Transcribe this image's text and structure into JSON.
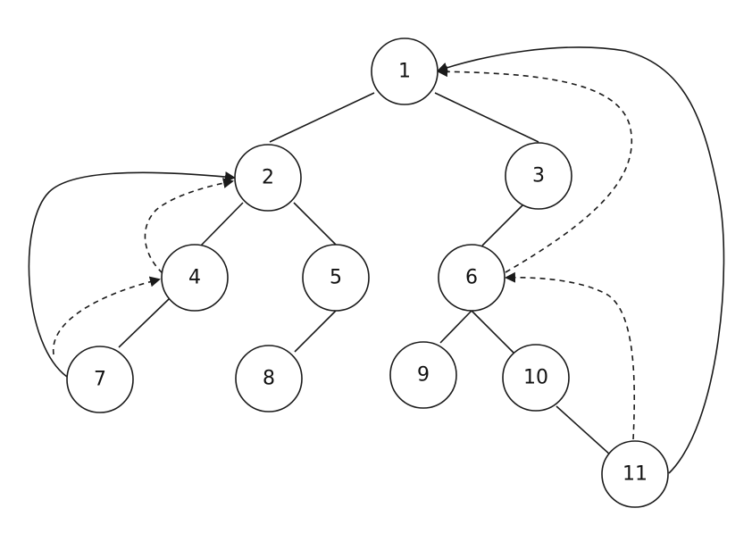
{
  "nodes": [
    {
      "id": "1",
      "label": "1"
    },
    {
      "id": "2",
      "label": "2"
    },
    {
      "id": "3",
      "label": "3"
    },
    {
      "id": "4",
      "label": "4"
    },
    {
      "id": "5",
      "label": "5"
    },
    {
      "id": "6",
      "label": "6"
    },
    {
      "id": "7",
      "label": "7"
    },
    {
      "id": "8",
      "label": "8"
    },
    {
      "id": "9",
      "label": "9"
    },
    {
      "id": "10",
      "label": "10"
    },
    {
      "id": "11",
      "label": "11"
    }
  ],
  "tree_edges": [
    {
      "from": "1",
      "to": "2"
    },
    {
      "from": "1",
      "to": "3"
    },
    {
      "from": "2",
      "to": "4"
    },
    {
      "from": "2",
      "to": "5"
    },
    {
      "from": "3",
      "to": "6"
    },
    {
      "from": "4",
      "to": "7"
    },
    {
      "from": "5",
      "to": "8"
    },
    {
      "from": "6",
      "to": "9"
    },
    {
      "from": "6",
      "to": "10"
    },
    {
      "from": "10",
      "to": "11"
    }
  ],
  "thread_arrows": [
    {
      "from": "7",
      "to": "2",
      "style": "solid"
    },
    {
      "from": "7",
      "to": "4",
      "style": "dashed"
    },
    {
      "from": "4",
      "to": "2",
      "style": "dashed"
    },
    {
      "from": "11",
      "to": "1",
      "style": "solid"
    },
    {
      "from": "11",
      "to": "6",
      "style": "dashed"
    },
    {
      "from": "6",
      "to": "1",
      "style": "dashed"
    }
  ],
  "colors": {
    "stroke": "#1a1a1a",
    "fill": "#ffffff",
    "text": "#111111"
  }
}
